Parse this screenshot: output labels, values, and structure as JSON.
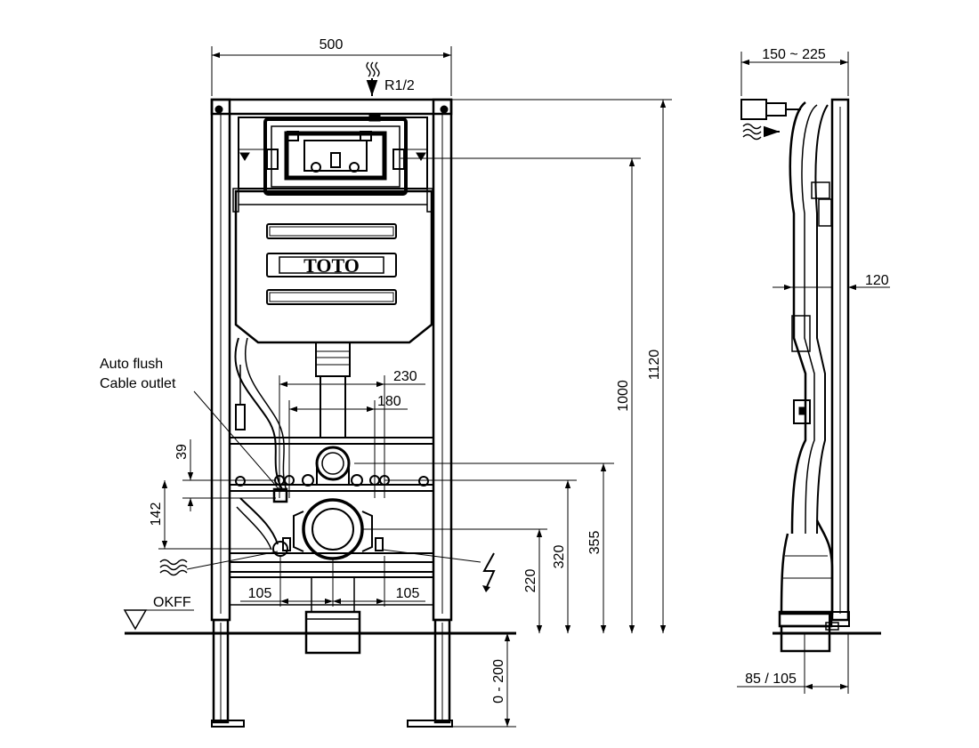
{
  "front_view": {
    "width_label": "500",
    "water_inlet_label": "R1/2",
    "brand_logo": "TOTO",
    "dim_230": "230",
    "dim_180": "180",
    "dim_39": "39",
    "dim_142": "142",
    "dim_105_left": "105",
    "dim_105_right": "105",
    "dim_220": "220",
    "dim_320": "320",
    "dim_355": "355",
    "dim_1000": "1000",
    "dim_1120": "1120",
    "dim_floor_range": "0 - 200",
    "callout_line1": "Auto flush",
    "callout_line2": "Cable outlet",
    "floor_label": "OKFF"
  },
  "side_view": {
    "depth_label": "150 ~ 225",
    "dim_120": "120",
    "dim_bottom": "85 / 105"
  },
  "icons": [
    "water-wave-icon",
    "electric-bolt-icon",
    "floor-level-triangle-icon"
  ]
}
